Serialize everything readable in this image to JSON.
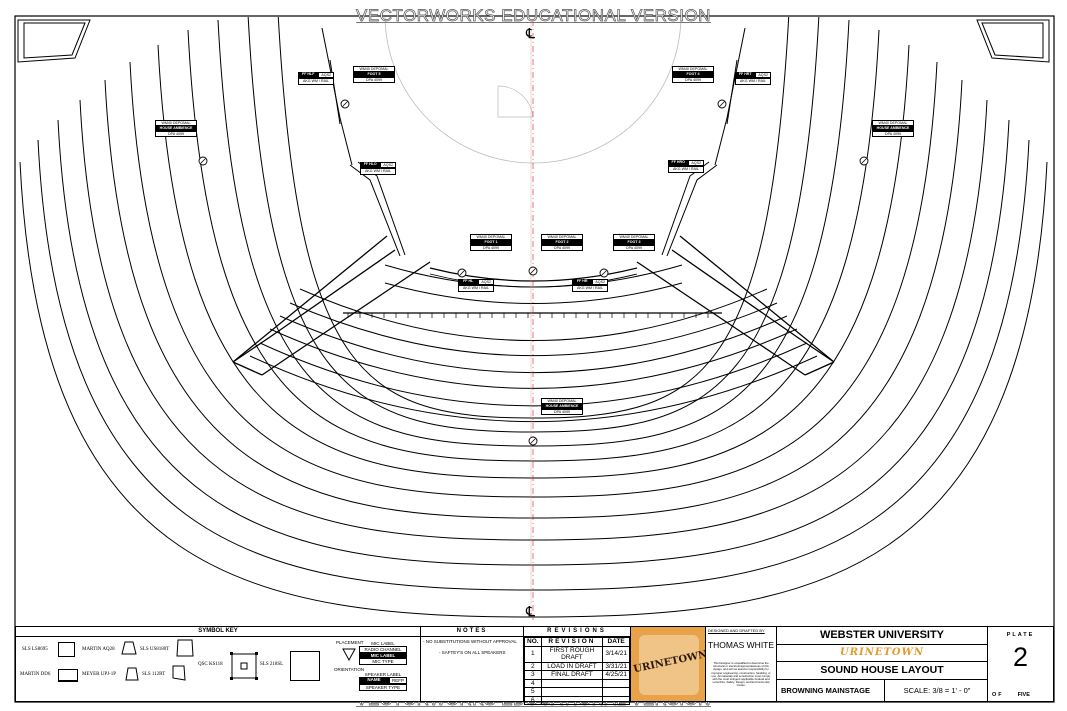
{
  "watermark": "VECTORWORKS EDUCATIONAL VERSION",
  "centerline_symbol": "℄",
  "mic_labels": [
    {
      "id": "fp-hlf",
      "name": "FF HLF",
      "type": "AQS2",
      "channel": "AKG WM / RAIL"
    },
    {
      "id": "fp-hrt",
      "name": "FF HRT",
      "type": "AQS2",
      "channel": "AKG WM / RAIL"
    },
    {
      "id": "fp-hlo",
      "name": "FF HLO",
      "type": "AQS2",
      "channel": "AKG WM / RAIL"
    },
    {
      "id": "fp-hro",
      "name": "FF HRO",
      "type": "AQS2",
      "channel": "AKG WM / RAIL"
    },
    {
      "id": "foot1",
      "top": "WM40  DEPOMAL",
      "name": "FOOT 1",
      "type": "DPA 4099"
    },
    {
      "id": "foot2",
      "top": "WM40  DEPOMAL",
      "name": "FOOT 2",
      "type": "DPA 4099"
    },
    {
      "id": "foot3",
      "top": "WM40  DEPOMAL",
      "name": "FOOT 3",
      "type": "DPA 4099"
    },
    {
      "id": "foot4",
      "top": "WM40  DEPOMAL",
      "name": "FOOT 4",
      "type": "DPA 4099"
    },
    {
      "id": "foot5",
      "top": "WM40  DEPOMAL",
      "name": "FOOT 5",
      "type": "DPA 4099"
    },
    {
      "id": "fp-hl",
      "name": "FF HL",
      "type": "AQS2",
      "channel": "AKG WM / RAIL"
    },
    {
      "id": "fp-hr",
      "name": "FF HR",
      "type": "AQS2",
      "channel": "AKG WM / RAIL"
    },
    {
      "id": "amb-l",
      "top": "WM40  DEPOMAL",
      "name": "HOUSE AMBIENCE",
      "type": "DPA 4099"
    },
    {
      "id": "amb-r",
      "top": "WM40  DEPOMAL",
      "name": "HOUSE AMBIENCE",
      "type": "DPA 4099"
    },
    {
      "id": "amb-c",
      "top": "WM40  DEPOMAL",
      "name": "HOUSE AMBIENCE",
      "type": "DPA 4099"
    }
  ],
  "symbol_key": {
    "title": "SYMBOL KEY",
    "items": [
      "SLS LS8695",
      "MARTIN AQ28",
      "SLS US8180T",
      "MARTIN DD6",
      "MEYER UPJ-1P",
      "SLS 112RT",
      "QSC KS118",
      "SLS 218SL"
    ],
    "placement_label": "PLACEMENT",
    "orientation_label": "ORIENTATION",
    "mic_label_title": "MIC LABEL",
    "mic_label_rows": [
      "RADIO CHANNEL",
      "MIC LABEL",
      "MIC TYPE"
    ],
    "speaker_label_title": "SPEAKER LABEL",
    "speaker_label_rows": [
      "NAME",
      "REFP",
      "SPEAKER TYPE"
    ]
  },
  "notes": {
    "title": "NOTES",
    "items": [
      "- NO SUBSTITUTIONS WITHOUT APPROVAL",
      "- SAFTEY'S ON ALL SPEAKERS"
    ]
  },
  "revisions": {
    "title": "REVISIONS",
    "headers": [
      "NO.",
      "REVISION",
      "DATE"
    ],
    "rows": [
      [
        "1",
        "FIRST ROUGH DRAFT",
        "3/14/21"
      ],
      [
        "2",
        "LOAD IN DRAFT",
        "3/31/21"
      ],
      [
        "3",
        "FINAL DRAFT",
        "4/25/21"
      ],
      [
        "4",
        "",
        ""
      ],
      [
        "5",
        "",
        ""
      ],
      [
        "6",
        "",
        ""
      ]
    ]
  },
  "logo_text": "URINETOWN",
  "designer": {
    "heading": "DESIGNED AND DRAFTED BY",
    "name": "THOMAS WHITE",
    "disclaimer": "This Designer is unqualified to determine the structural or electrical appropriateness of this design, and will not assume responsibility for improper engineering, construction, handling, or use. All materials and construction must comply with the most stringent applicable Federal and Local Fire, Safety, Design, and Environmental Codes."
  },
  "title_block": {
    "school": "WEBSTER UNIVERSITY",
    "show": "URINETOWN",
    "drawing": "SOUND HOUSE LAYOUT",
    "venue": "BROWNING MAINSTAGE",
    "scale": "SCALE: 3/8 = 1' - 0\"",
    "plate_label": "PLATE",
    "plate_number": "2",
    "of_label": "OF",
    "of_total": "FIVE"
  }
}
